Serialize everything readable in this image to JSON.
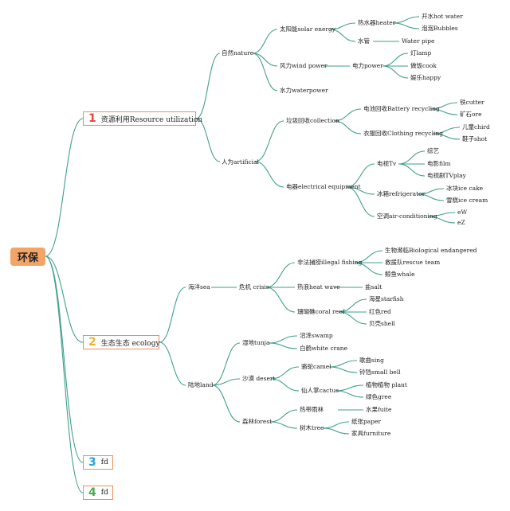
{
  "root": "环保",
  "branches": [
    {
      "number": "1",
      "label": "资源利用Resource utilization",
      "color": "#e8433c"
    },
    {
      "number": "2",
      "label": "生态生态 ecology",
      "color": "#f0b030"
    },
    {
      "number": "3",
      "label": "fd",
      "color": "#2aa1d5"
    },
    {
      "number": "4",
      "label": "fd",
      "color": "#47ad52"
    }
  ],
  "nodes": {
    "nature": "自然nature",
    "solar": "太阳能solar energy",
    "heater": "热水器heater",
    "hot_water": "开水hot water",
    "bubbles": "泡泡Bubbles",
    "pipe": "水管",
    "water_pipe": "Water pipe",
    "wind": "风力wind power",
    "electric": "电力power",
    "lamp": "灯lamp",
    "cook": "做饭cook",
    "happy": "娱乐happy",
    "waterpower": "水力waterpower",
    "artificial": "人为artificial",
    "recycling": "垃圾回收collection",
    "battery": "电池回收Battery recycling",
    "cutter": "铁cutter",
    "ore": "矿石ore",
    "clothing": "衣服回收Clothing recycling",
    "chird": "儿童chird",
    "shot": "鞋子shot",
    "equipment": "电器electrical equipment",
    "tv": "电视Tv",
    "zongyi": "综艺",
    "film": "电影film",
    "tvplay": "电视剧TVplay",
    "fridge": "冰箱refrigerator",
    "icecake": "冰块ice cake",
    "icecream": "雪糕ice cream",
    "aircon": "空调air-conditioning",
    "ew": "eW",
    "ez": "eZ",
    "sea": "海洋sea",
    "crisis": "危机 crisis",
    "fishing": "非法捕捞illegal fishing",
    "endangered": "生物濒临Biological endangered",
    "rescue": "救援队rescue team",
    "whale": "鲸鱼whale",
    "heat": "热浪heat wave",
    "salt": "盐salt",
    "coral": "珊瑚礁coral reef",
    "starfish": "海星starfish",
    "red": "红色red",
    "shell": "贝壳shell",
    "land": "陆地land",
    "tunja": "湿地tunja",
    "swamp": "沼泽swamp",
    "crane": "白鹤white crane",
    "desert": "沙漠 desert",
    "camel": "骆驼camel",
    "sing": "歌曲sing",
    "bell": "铃铛small bell",
    "cactus": "仙人掌cactus",
    "plant": "植物植物 plant",
    "gree": "绿色gree",
    "forest": "森林forest",
    "rainforest": "热带雨林",
    "fuite": "水果fuite",
    "tree": "树木tree",
    "paper": "纸张paper",
    "furniture": "家具furniture"
  },
  "colors": {
    "edge": "#3f9f8a",
    "root_fill": "#f5a468",
    "branch_border": "#e9915a"
  }
}
